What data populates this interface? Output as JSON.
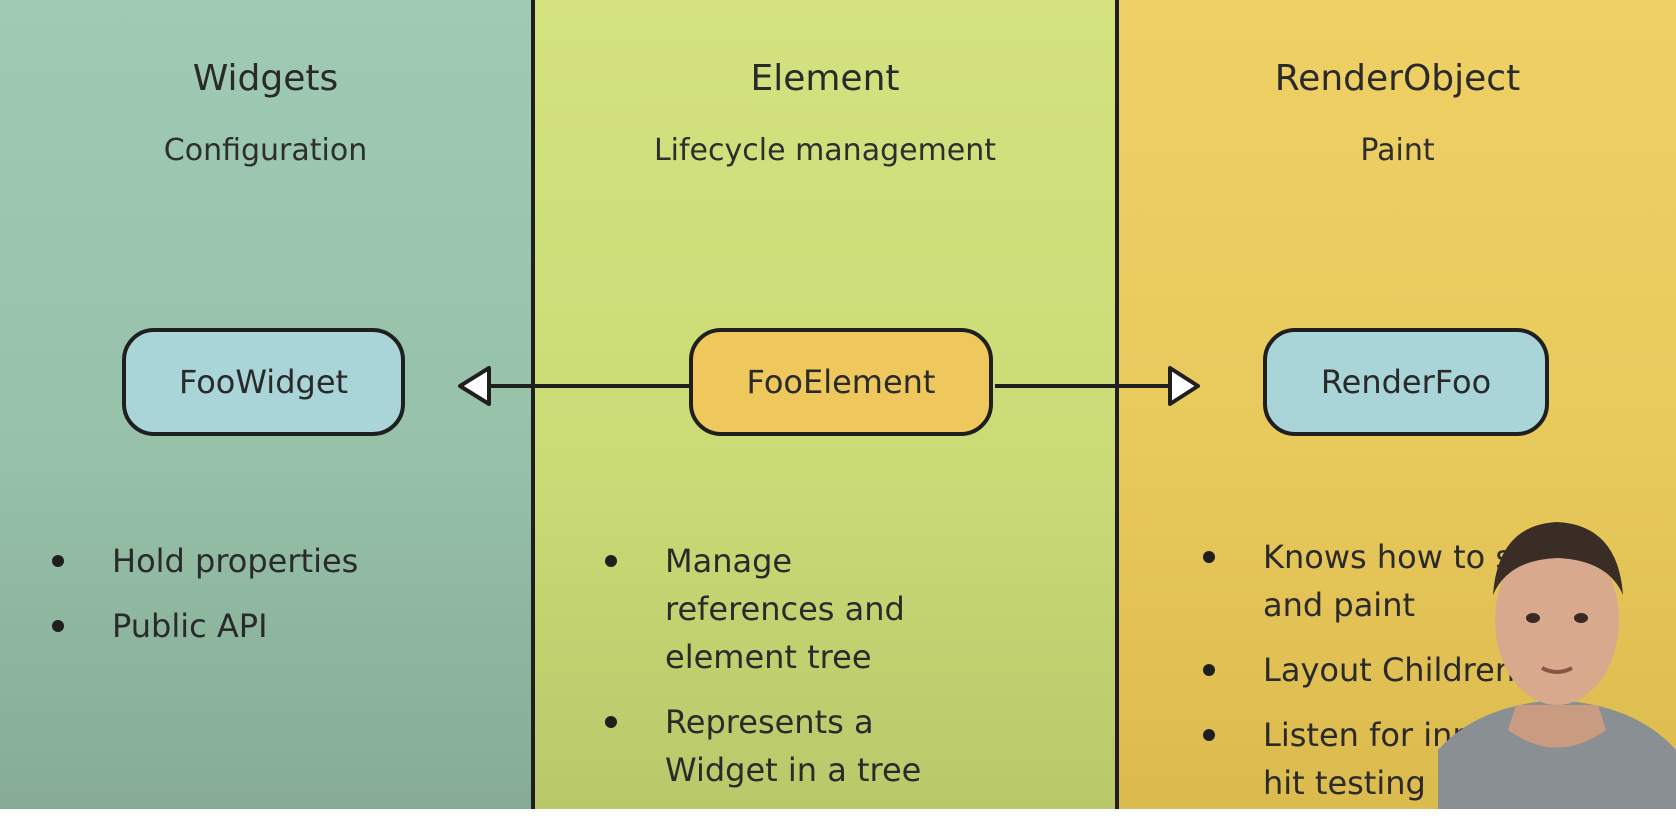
{
  "columns": {
    "widgets": {
      "title": "Widgets",
      "subtitle": "Configuration",
      "node_label": "FooWidget",
      "bullets": [
        "Hold properties",
        "Public API"
      ]
    },
    "element": {
      "title": "Element",
      "subtitle": "Lifecycle management",
      "node_label": "FooElement",
      "bullets": [
        "Manage references and element tree",
        "Represents a Widget in a tree"
      ]
    },
    "render_object": {
      "title": "RenderObject",
      "subtitle": "Paint",
      "node_label": "RenderFoo",
      "bullets": [
        "Knows how to size and paint",
        "Layout Children",
        "Listen for input, hit testing"
      ]
    }
  },
  "edges": [
    {
      "from": "FooElement",
      "to": "FooWidget"
    },
    {
      "from": "FooElement",
      "to": "RenderFoo"
    }
  ],
  "colors": {
    "widgets_bg": "#9fcab4",
    "element_bg": "#d3e27f",
    "render_bg": "#eed065",
    "node_blue": "#a9d5d8",
    "node_yellow": "#eec85d",
    "line": "#1f1f1f"
  }
}
